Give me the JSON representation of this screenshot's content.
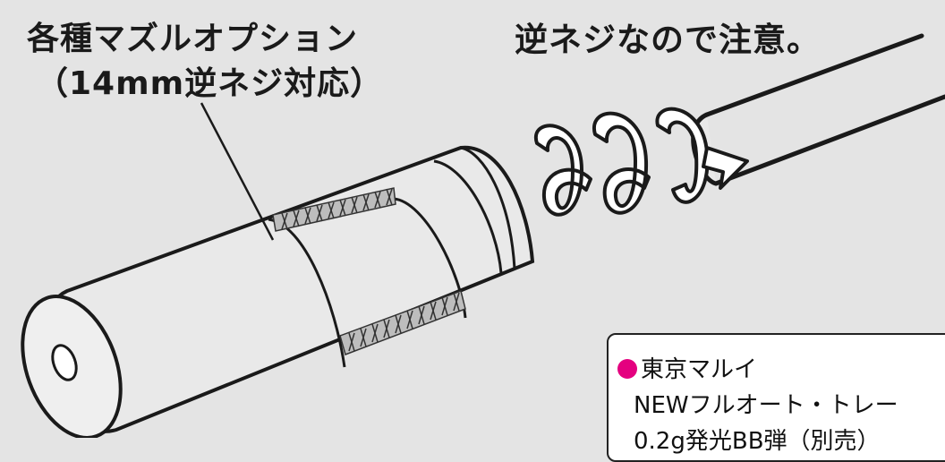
{
  "labels": {
    "muzzle_option_line1": "各種マズルオプション",
    "muzzle_option_line2": "（14mm逆ネジ対応）",
    "reverse_thread_note": "逆ネジなので注意。"
  },
  "note_box": {
    "line1": "東京マルイ",
    "line2": "NEWフルオート・トレー",
    "line3": "0.2g発光BB弾（別売）"
  },
  "colors": {
    "background": "#e4e4e4",
    "cylinder_fill": "#e9e9e9",
    "outline": "#1a1a1a",
    "bullet": "#e4007f"
  },
  "icons": {
    "thread_rotation": "spiral-arrow-icon",
    "bullet": "magenta-dot"
  }
}
